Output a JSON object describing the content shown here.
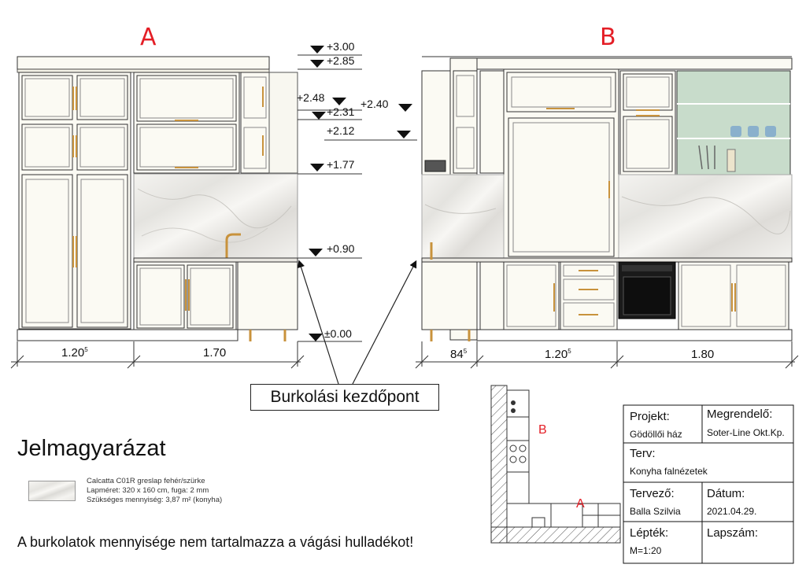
{
  "views": {
    "a_label": "A",
    "b_label": "B"
  },
  "levels": [
    "+3.00",
    "+2.85",
    "+2.48",
    "+2.31",
    "+2.40",
    "+2.12",
    "+1.77",
    "+0.90",
    "±0.00"
  ],
  "dimensions_a": [
    {
      "main": "1.20",
      "sup": "5"
    },
    {
      "main": "1.70",
      "sup": ""
    }
  ],
  "dimensions_b": [
    {
      "main": "84",
      "sup": "5"
    },
    {
      "main": "1.20",
      "sup": "5"
    },
    {
      "main": "1.80",
      "sup": ""
    }
  ],
  "callout": "Burkolási kezdőpont",
  "legend": {
    "title": "Jelmagyarázat",
    "lines": [
      "Calcatta C01R greslap fehér/szürke",
      "Lapméret: 320 x 160 cm, fuga: 2 mm",
      "Szükséges mennyiség: 3,87 m² (konyha)"
    ]
  },
  "note": "A burkolatok mennyisége nem tartalmazza a vágási hulladékot!",
  "plan": {
    "a_label": "A",
    "b_label": "B"
  },
  "title_block": {
    "projekt_label": "Projekt:",
    "projekt_value": "Gödöllői ház",
    "megrendelo_label": "Megrendelő:",
    "megrendelo_value": "Soter-Line Okt.Kp.",
    "terv_label": "Terv:",
    "terv_value": "Konyha falnézetek",
    "tervezo_label": "Tervező:",
    "tervezo_value": "Balla Szilvia",
    "datum_label": "Dátum:",
    "datum_value": "2021.04.29.",
    "leptek_label": "Lépték:",
    "leptek_value": "M=1:20",
    "lapszam_label": "Lapszám:",
    "lapszam_value": ""
  },
  "colors": {
    "accent_red": "#e41e26",
    "glass_green": "#c8dccb",
    "cabinet": "#fbfaf3",
    "handle": "#c8923c"
  }
}
